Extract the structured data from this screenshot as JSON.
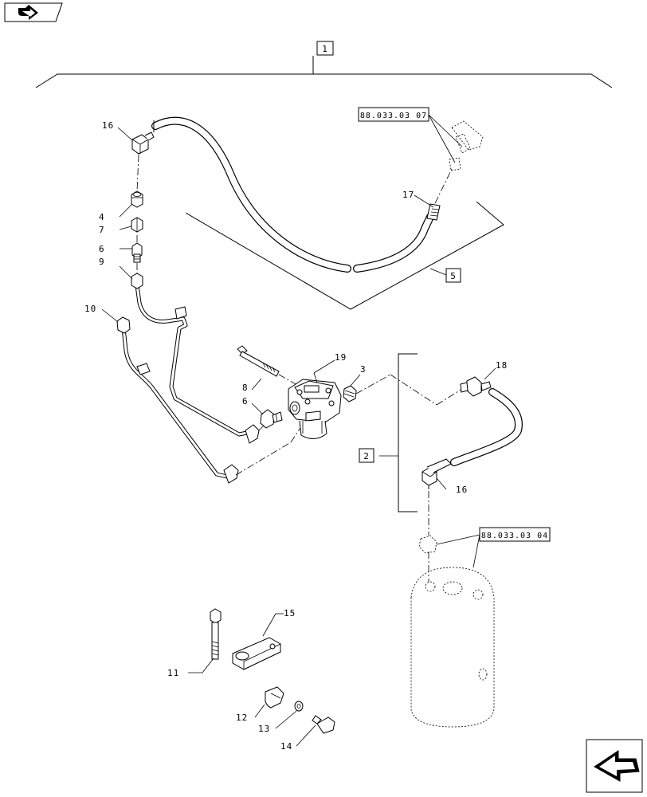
{
  "navigation": {
    "back_icon": "nav-arrow-icon",
    "forward_icon": "nav-next-arrow-icon"
  },
  "callouts": {
    "group_1": "1",
    "group_2": "2",
    "group_5": "5",
    "item_3": "3",
    "item_4": "4",
    "item_6a": "6",
    "item_6b": "6",
    "item_7": "7",
    "item_8": "8",
    "item_9": "9",
    "item_10": "10",
    "item_11": "11",
    "item_12": "12",
    "item_13": "13",
    "item_14": "14",
    "item_15": "15",
    "item_16a": "16",
    "item_16b": "16",
    "item_17": "17",
    "item_18": "18",
    "item_19": "19"
  },
  "references": {
    "ref_a": "88.033.03 07",
    "ref_b": "88.033.03 04"
  }
}
